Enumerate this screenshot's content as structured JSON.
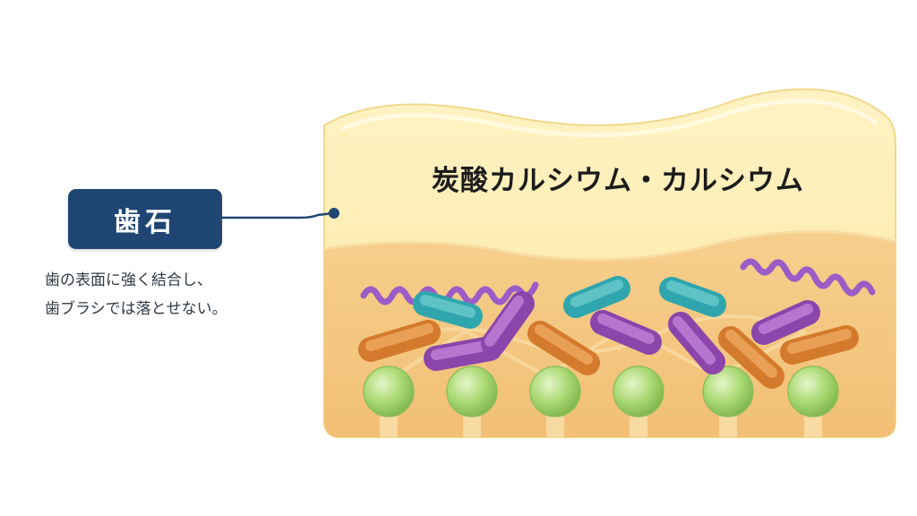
{
  "callout": {
    "label": "歯石",
    "description_lines": [
      "歯の表面に強く結合し、",
      "歯ブラシでは落とせない。"
    ]
  },
  "layer": {
    "title": "炭酸カルシウム・カルシウム"
  },
  "colors": {
    "label_bg": "#1f4673",
    "top_layer": "#fbeaa6",
    "bottom_layer": "#f3c27a",
    "rod_orange": "#e58f3f",
    "rod_purple": "#a35bbf",
    "rod_teal": "#45bcc2",
    "sphere_green": "#9fd06a",
    "spiral_purple": "#9a5cc6"
  },
  "icons": [
    "bacteria-rod-icon",
    "spiral-bacteria-icon",
    "mineral-sphere-icon"
  ]
}
